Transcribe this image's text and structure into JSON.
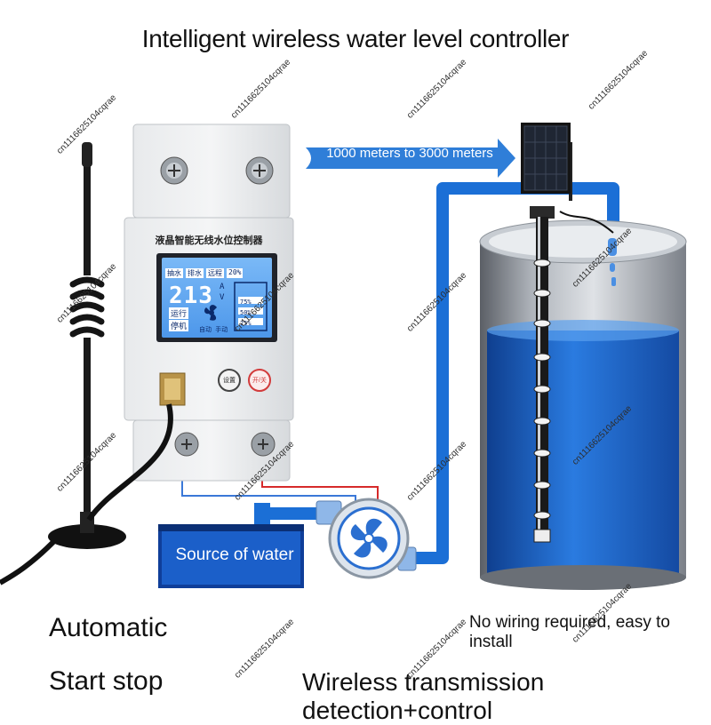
{
  "title": "Intelligent wireless water level controller",
  "distance_label": "1000 meters to 3000 meters",
  "source_of_water_label": "Source of water",
  "install_note": "No wiring required, easy to install",
  "mode_label_1": "Automatic",
  "mode_label_2": "Start stop",
  "caption": "Wireless transmission detection+control",
  "device": {
    "front_label": "液晶智能无线水位控制器",
    "lcd": {
      "top_tabs": [
        "抽水",
        "排水",
        "远程",
        "20%"
      ],
      "voltage": "213",
      "unit_a": "A",
      "unit_v": "V",
      "running": "运行",
      "stopped": "停机",
      "auto_manual": "自动 手动",
      "levels": [
        "75%",
        "50%",
        "25%"
      ]
    },
    "set_button": "设置",
    "power_button": "开/关"
  },
  "watermark": "cn1116625104cqrae",
  "colors": {
    "pipe_blue": "#1b6fd6",
    "water_blue": "#1c63c9",
    "arrow_blue": "#2f7ed8",
    "lcd_blue": "#5aa8f5",
    "power_red": "#d23b3b"
  }
}
